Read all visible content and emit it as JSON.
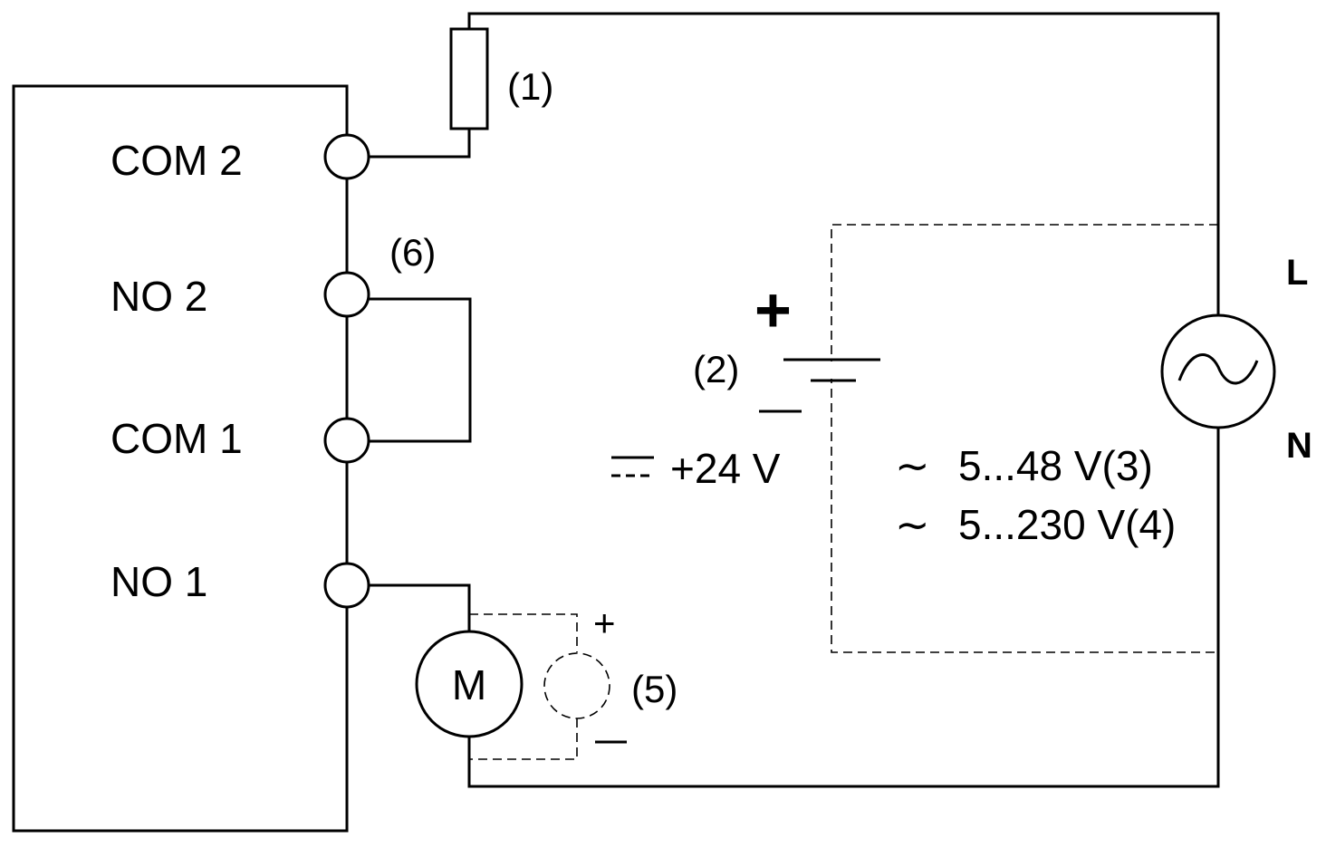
{
  "module": {
    "terminals": [
      "COM 2",
      "NO 2",
      "COM 1",
      "NO 1"
    ]
  },
  "labels": {
    "fuse": "(1)",
    "dc_supply": "(2)",
    "jumper": "(6)",
    "dc_load": "(5)",
    "motor": "M",
    "plus": "+",
    "minus": "−",
    "dc_voltage": "+24 V",
    "ac_voltage_1": "5...48 V(3)",
    "ac_voltage_2": "5...230 V(4)",
    "ac_tilde": "∼",
    "line": "L",
    "neutral": "N"
  }
}
